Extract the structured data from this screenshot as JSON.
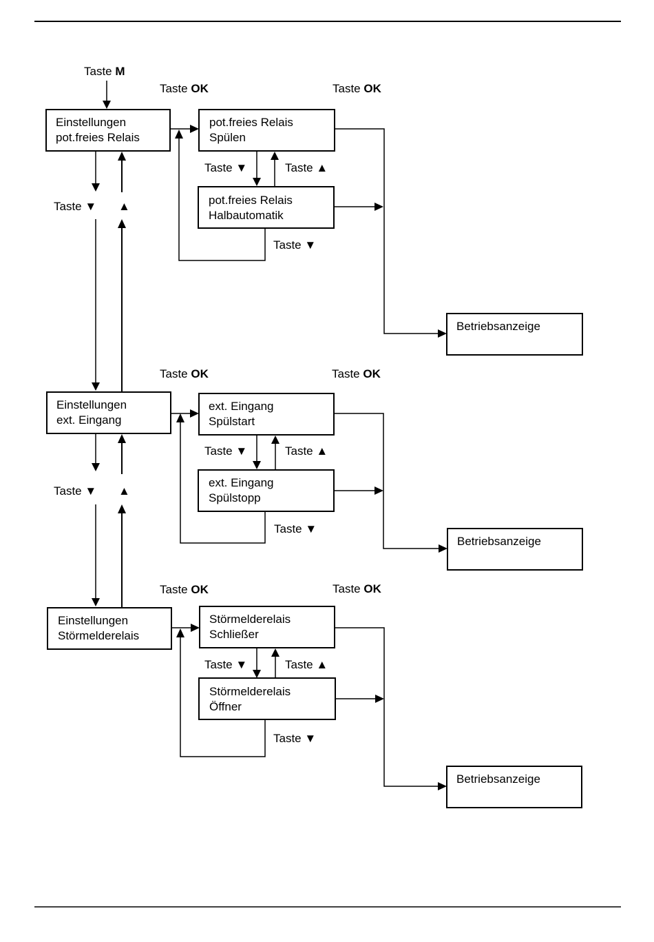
{
  "labels": {
    "taste": "Taste",
    "key_m": "M",
    "key_ok": "OK",
    "down": "▼",
    "up": "▲"
  },
  "sections": [
    {
      "settings": [
        "Einstellungen",
        "pot.freies Relais"
      ],
      "option1": [
        "pot.freies Relais",
        "Spülen"
      ],
      "option2": [
        "pot.freies Relais",
        "Halbautomatik"
      ],
      "result": "Betriebsanzeige"
    },
    {
      "settings": [
        "Einstellungen",
        "ext. Eingang"
      ],
      "option1": [
        "ext. Eingang",
        "Spülstart"
      ],
      "option2": [
        "ext. Eingang",
        "Spülstopp"
      ],
      "result": "Betriebsanzeige"
    },
    {
      "settings": [
        "Einstellungen",
        "Störmelderelais"
      ],
      "option1": [
        "Störmelderelais",
        "Schließer"
      ],
      "option2": [
        "Störmelderelais",
        "Öffner"
      ],
      "result": "Betriebsanzeige"
    }
  ]
}
